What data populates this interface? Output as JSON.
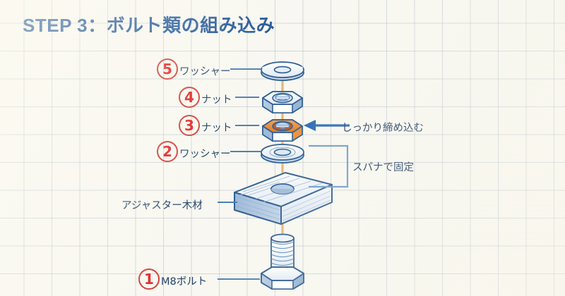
{
  "page": {
    "title": "STEP 3：ボルト類の組み込み",
    "background_color": "#f8f7f1",
    "grid_color": "#96aab9",
    "accent_blue": "#1d5396",
    "accent_red": "#e12020",
    "accent_orange": "#e8903a"
  },
  "parts": [
    {
      "number": "5",
      "label": "ワッシャー",
      "icon": "washer-icon"
    },
    {
      "number": "4",
      "label": "ナット",
      "icon": "hex-nut-icon"
    },
    {
      "number": "3",
      "label": "ナット",
      "icon": "hex-nut-orange-icon"
    },
    {
      "number": "2",
      "label": "ワッシャー",
      "icon": "washer-icon"
    },
    {
      "number": "1",
      "label": "M8ボルト",
      "icon": "hex-bolt-icon"
    }
  ],
  "wood": {
    "label": "アジャスター木材",
    "icon": "wood-block-icon"
  },
  "notes": {
    "tighten": "しっかり締め込む",
    "tighten_icon": "arrow-left-icon",
    "wrench": "スパナで固定",
    "wrench_icon": "bracket-icon"
  }
}
